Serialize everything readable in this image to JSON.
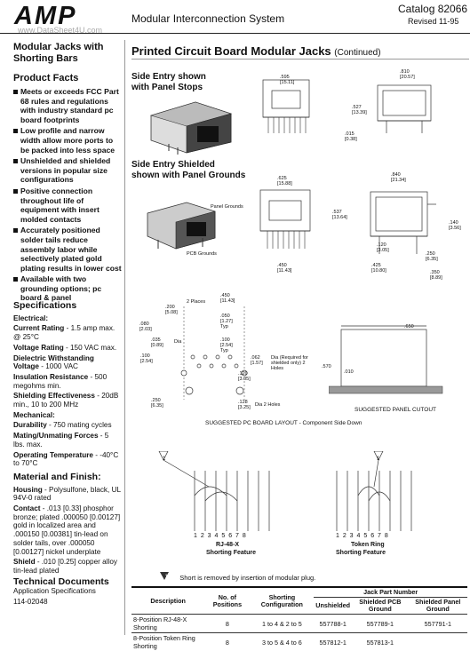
{
  "header": {
    "logo": "AMP",
    "watermark": "www.DataSheet4U.com",
    "subtitle": "Modular Interconnection System",
    "catalog": "Catalog 82066",
    "revised": "Revised 11-95"
  },
  "sidebar": {
    "title": "Modular Jacks with Shorting Bars",
    "facts_heading": "Product Facts",
    "facts": [
      "Meets or exceeds FCC Part 68 rules and regulations with industry standard pc board footprints",
      "Low profile and narrow width allow more ports to be packed into less space",
      "Unshielded and shielded versions in popular size configurations",
      "Positive connection throughout life of equipment with insert molded contacts",
      "Accurately positioned solder tails reduce assembly labor while selectively plated gold plating results in lower cost",
      "Available with two grounding options; pc board & panel"
    ],
    "spec_heading": "Specifications",
    "electrical_heading": "Electrical:",
    "current_label": "Current Rating",
    "current_value": " - 1.5 amp max. @ 25°C",
    "voltage_label": "Voltage Rating",
    "voltage_value": " - 150 VAC max.",
    "dielectric_label": "Dielectric Withstanding Voltage",
    "dielectric_value": " - 1000 VAC",
    "insulation_label": "Insulation Resistance",
    "insulation_value": " - 500 megohms min.",
    "shielding_label": "Shielding Effectiveness",
    "shielding_value": " - 20dB min., 10 to 200 MHz",
    "mechanical_heading": "Mechanical:",
    "durability_label": "Durability",
    "durability_value": " - 750 mating cycles",
    "mating_label": "Mating/Unmating Forces",
    "mating_value": " - 5 lbs. max.",
    "optemp_label": "Operating Temperature",
    "optemp_value": " - -40°C to 70°C",
    "material_heading": "Material and Finish:",
    "housing_label": "Housing",
    "housing_value": " - Polysulfone, black, UL 94V-0 rated",
    "contact_label": "Contact",
    "contact_value": " - .013 [0.33] phosphor bronze; plated .000050 [0.00127] gold in localized area and .000150 [0.00381] tin-lead on solder tails, over .000050 [0.00127] nickel underplate",
    "shield_label": "Shield",
    "shield_value": " - .010 [0.25] copper alloy tin-lead plated",
    "tech_heading": "Technical Documents",
    "tech_line1": "Application Specifications",
    "tech_line2": "114-02048"
  },
  "main": {
    "title": "Printed Circuit Board Modular Jacks",
    "title_suffix": "(Continued)",
    "fig1_title_l1": "Side Entry shown",
    "fig1_title_l2": "with Panel Stops",
    "fig2_title_l1": "Side Entry Shielded",
    "fig2_title_l2": "shown with Panel Grounds",
    "panel_grounds": "Panel Grounds",
    "pcb_grounds": "PCB Grounds",
    "dims1": {
      "a": ".595",
      "a_mm": "[15.11]",
      "b": ".810",
      "b_mm": "[20.57]",
      "c": ".527",
      "c_mm": "[13.39]",
      "d": ".015",
      "d_mm": "[0.38]"
    },
    "dims2": {
      "a": ".625",
      "a_mm": "[15.88]",
      "b": ".840",
      "b_mm": "[21.34]",
      "c": ".537",
      "c_mm": "[13.64]",
      "d": ".450",
      "d_mm": "[11.43]",
      "e": ".140",
      "e_mm": "[3.56]",
      "f": ".120",
      "f_mm": "[3.05]",
      "g": ".250",
      "g_mm": "[6.35]",
      "h": ".425",
      "h_mm": "[10.80]",
      "i": ".350",
      "i_mm": "[8.89]"
    },
    "layout_dims": {
      "d450": ".450",
      "d450_mm": "[11.43]",
      "d200": ".200",
      "d200_mm": "[5.08]",
      "places": "2 Places",
      "d080": ".080",
      "d080_mm": "[2.03]",
      "d050": ".050",
      "d050_mm": "[1.27]",
      "typ": "Typ",
      "d035": ".035",
      "d035_mm": "[0.89]",
      "dia": "Dia",
      "d100a": ".100",
      "d100a_mm": "[2.54]",
      "d100b": ".100",
      "d100b_mm": "[2.54]",
      "d062": ".062",
      "d062_mm": "[1.57]",
      "d062_note": "Dia (Required for shielded only) 2 Holes",
      "d120": ".120",
      "d120_mm": "[3.05]",
      "d250": ".250",
      "d250_mm": "[6.35]",
      "d128": ".128",
      "d128_mm": "[3.25]",
      "d128_note": "Dia 2 Holes",
      "d650": ".650",
      "d570": ".570",
      "d010": ".010"
    },
    "cutout_caption": "SUGGESTED PANEL CUTOUT",
    "layout_caption": "SUGGESTED PC BOARD LAYOUT - Component Side Down",
    "pin_numbers": "1 2 3 4 5 6 7 8",
    "rj_title": "RJ-48-X",
    "rj_sub": "Shorting Feature",
    "tr_title": "Token Ring",
    "tr_sub": "Shorting Feature",
    "note_num": "1",
    "note_text": "Short is removed by insertion of modular plug."
  },
  "table": {
    "group_header": "Jack Part Number",
    "headers": [
      "Description",
      "No. of Positions",
      "Shorting Configuration",
      "Unshielded",
      "Shielded PCB Ground",
      "Shielded Panel Ground"
    ],
    "rows": [
      [
        "8-Position RJ-48-X Shorting",
        "8",
        "1 to 4 & 2 to 5",
        "557788-1",
        "557789-1",
        "557791-1"
      ],
      [
        "8-Position Token Ring Shorting",
        "8",
        "3 to 5 & 4 to 6",
        "557812-1",
        "557813-1",
        ""
      ]
    ]
  }
}
